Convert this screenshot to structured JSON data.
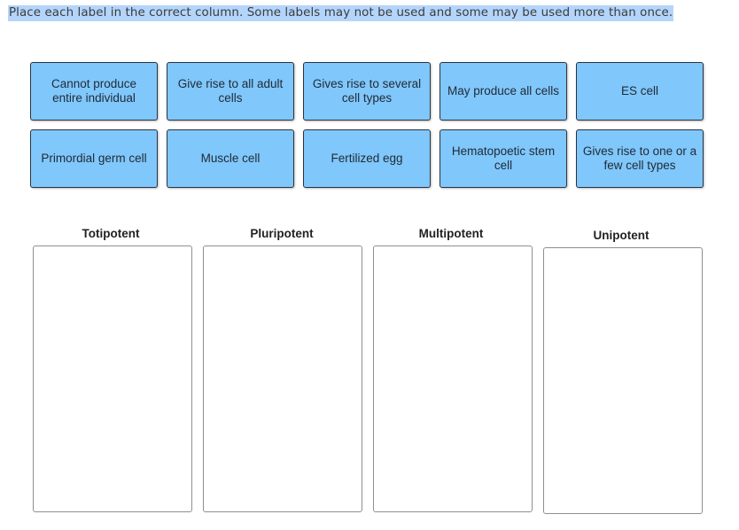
{
  "instructions": "Place each label in the correct column. Some labels may not be used and some may be used more than once.",
  "labels": [
    {
      "text": "Cannot produce entire individual"
    },
    {
      "text": "Give rise to all adult cells"
    },
    {
      "text": "Gives rise to several cell types"
    },
    {
      "text": "May produce all cells"
    },
    {
      "text": "ES cell"
    },
    {
      "text": "Primordial germ cell"
    },
    {
      "text": "Muscle cell"
    },
    {
      "text": "Fertilized egg"
    },
    {
      "text": "Hematopoetic stem cell"
    },
    {
      "text": "Gives rise to one or a few cell types"
    }
  ],
  "columns": [
    {
      "header": "Totipotent"
    },
    {
      "header": "Pluripotent"
    },
    {
      "header": "Multipotent"
    },
    {
      "header": "Unipotent"
    }
  ],
  "colors": {
    "label_fill": "#80c7fb",
    "label_border": "#2b3340",
    "selection_highlight": "#b4d5fb",
    "zone_border": "#8f8f8f"
  }
}
